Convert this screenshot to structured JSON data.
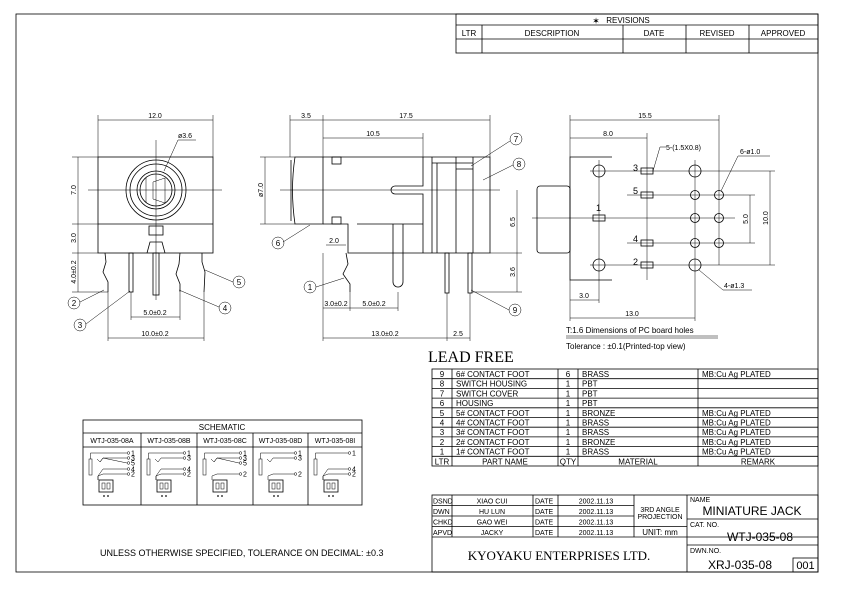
{
  "revisions": {
    "title": "REVISIONS",
    "mark": "✶",
    "headers": [
      "LTR",
      "DESCRIPTION",
      "DATE",
      "REVISED",
      "APPROVED"
    ]
  },
  "front_view": {
    "dims": {
      "width": "12.0",
      "bore": "ø3.6",
      "height_top": "7.0",
      "height_bottom": "3.0",
      "pin_len": "4.0±0.2",
      "pitch_inner": "5.0±0.2",
      "pitch_outer": "10.0±0.2"
    },
    "balloons": [
      "2",
      "3",
      "4",
      "5"
    ]
  },
  "side_view": {
    "dims": {
      "nose": "3.5",
      "body": "17.5",
      "slot": "10.5",
      "dia": "ø7.0",
      "center": "6.5",
      "pin_len": "3.6",
      "pin_offset": "2.0",
      "p1": "3.0±0.2",
      "p2": "5.0±0.2",
      "span": "13.0±0.2",
      "rear": "2.5"
    },
    "balloons": [
      "6",
      "1",
      "7",
      "8",
      "9"
    ]
  },
  "pcb_view": {
    "dims": {
      "total": "15.5",
      "pads_x": "8.0",
      "height": "10.0",
      "inner": "5.0",
      "front": "3.0",
      "rear": "13.0"
    },
    "callouts": {
      "pads": "5-(1.5X0.8)",
      "small_holes": "6-ø1.0",
      "large_holes": "4-ø1.3"
    },
    "pad_labels": [
      "1",
      "2",
      "3",
      "4",
      "5"
    ],
    "note1": "T:1.6 Dimensions of PC board holes",
    "note2": "Tolerance : ±0.1(Printed-top view)"
  },
  "lead_free": "LEAD FREE",
  "bom": {
    "rows": [
      {
        "ltr": "9",
        "part": "6# CONTACT FOOT",
        "qty": "6",
        "material": "BRASS",
        "remark": "MB:Cu  Ag  PLATED"
      },
      {
        "ltr": "8",
        "part": "SWITCH HOUSING",
        "qty": "1",
        "material": "PBT",
        "remark": ""
      },
      {
        "ltr": "7",
        "part": "SWITCH COVER",
        "qty": "1",
        "material": "PBT",
        "remark": ""
      },
      {
        "ltr": "6",
        "part": "HOUSING",
        "qty": "1",
        "material": "PBT",
        "remark": ""
      },
      {
        "ltr": "5",
        "part": "5# CONTACT FOOT",
        "qty": "1",
        "material": "BRONZE",
        "remark": "MB:Cu  Ag  PLATED"
      },
      {
        "ltr": "4",
        "part": "4# CONTACT FOOT",
        "qty": "1",
        "material": "BRASS",
        "remark": "MB:Cu  Ag  PLATED"
      },
      {
        "ltr": "3",
        "part": "3# CONTACT FOOT",
        "qty": "1",
        "material": "BRASS",
        "remark": "MB:Cu  Ag  PLATED"
      },
      {
        "ltr": "2",
        "part": "2# CONTACT FOOT",
        "qty": "1",
        "material": "BRONZE",
        "remark": "MB:Cu  Ag  PLATED"
      },
      {
        "ltr": "1",
        "part": "1# CONTACT FOOT",
        "qty": "1",
        "material": "BRASS",
        "remark": "MB:Cu  Ag  PLATED"
      }
    ],
    "headers": {
      "ltr": "LTR",
      "part": "PART NAME",
      "qty": "QTY",
      "material": "MATERIAL",
      "remark": "REMARK"
    }
  },
  "title_block": {
    "signoffs": [
      {
        "role": "DSND",
        "name": "XIAO   CUI",
        "date_label": "DATE",
        "date": "2002.11.13"
      },
      {
        "role": "DWN",
        "name": "HU     LUN",
        "date_label": "DATE",
        "date": "2002.11.13"
      },
      {
        "role": "CHKD",
        "name": "GAO   WEI",
        "date_label": "DATE",
        "date": "2002.11.13"
      },
      {
        "role": "APVD",
        "name": "JACKY",
        "date_label": "DATE",
        "date": "2002.11.13"
      }
    ],
    "projection": [
      "3RD ANGLE",
      "PROJECTION"
    ],
    "unit": "UNIT: mm",
    "name_label": "NAME",
    "name": "MINIATURE JACK",
    "cat_label": "CAT. NO.",
    "cat_no": "WTJ-035-08",
    "dwn_label": "DWN.NO.",
    "dwn_no": "XRJ-035-08",
    "sheet": "001",
    "company": "KYOYAKU  ENTERPRISES  LTD."
  },
  "schematic": {
    "title": "SCHEMATIC",
    "models": [
      {
        "name": "WTJ-035-08A",
        "top": [
          "1",
          "3",
          "5"
        ],
        "bottom": [
          "4",
          "2"
        ]
      },
      {
        "name": "WTJ-035-08B",
        "top": [
          "1",
          "3"
        ],
        "bottom": [
          "4",
          "2"
        ]
      },
      {
        "name": "WTJ-035-08C",
        "top": [
          "1",
          "3",
          "5"
        ],
        "bottom": [
          "2"
        ]
      },
      {
        "name": "WTJ-035-08D",
        "top": [
          "1",
          "3"
        ],
        "bottom": [
          "2"
        ]
      },
      {
        "name": "WTJ-035-08I",
        "top": [
          "1"
        ],
        "bottom": [
          "4",
          "2"
        ]
      }
    ]
  },
  "general_note": "UNLESS OTHERWISE SPECIFIED, TOLERANCE ON DECIMAL: ±0.3"
}
